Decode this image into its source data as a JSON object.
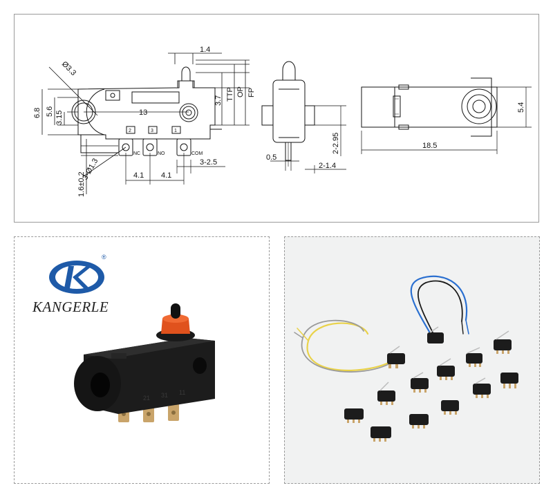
{
  "drawing": {
    "dims": {
      "d_hole": "Ø3.3",
      "h_6_8": "6.8",
      "h_5_6": "5.6",
      "h_3_15": "3.15",
      "w_13": "13",
      "w_1_4": "1.4",
      "h_3_7": "3.7",
      "ttp": "TTP",
      "op": "OP",
      "fp": "FP",
      "pin_dia": "3-Ø1.3",
      "pitch_a": "4.1",
      "pitch_b": "4.1",
      "term_w": "3-2.5",
      "h_1_6": "1.6±0.2",
      "side_0_5": "0.5",
      "side_2_95": "2-2.95",
      "side_1_4": "2-1.4",
      "top_18_5": "18.5",
      "top_5_4": "5.4"
    },
    "terminals": {
      "t2": "2",
      "t3": "3",
      "t1": "1",
      "nc": "NC",
      "no": "NO",
      "com": "COM"
    }
  },
  "product": {
    "brand_name": "KANGERLE",
    "registered_mark": "®",
    "body_marks": {
      "m21": "21",
      "m31": "31",
      "m11": "11"
    }
  },
  "colors": {
    "brand_blue": "#1e5aa8",
    "switch_body": "#1c1c1c",
    "actuator_cap": "#e0521d",
    "terminal_metal": "#c9a46a",
    "wire_yellow": "#e9d24a",
    "wire_blue": "#2a6fd0"
  }
}
